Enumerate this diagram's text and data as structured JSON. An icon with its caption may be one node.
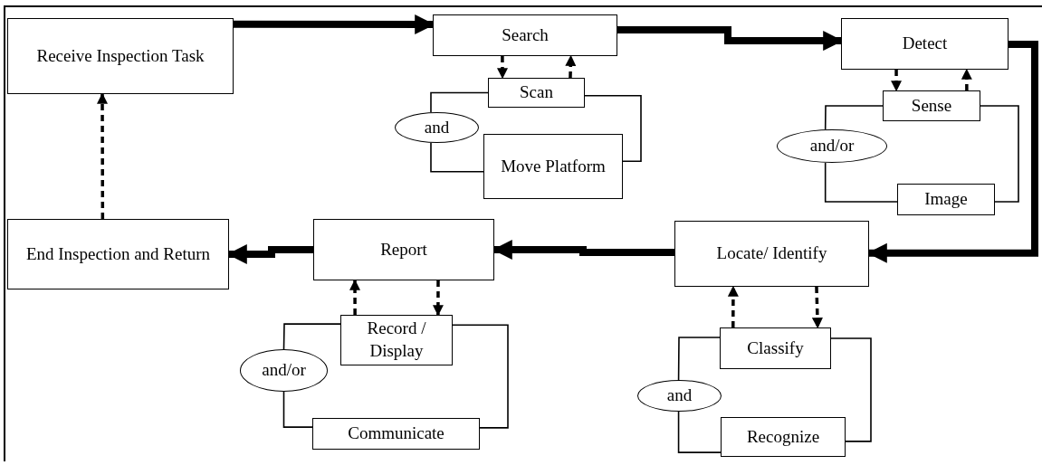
{
  "diagram": {
    "nodes": [
      {
        "text": [
          "Receive Inspection Task"
        ]
      },
      {
        "text": [
          "Search"
        ]
      },
      {
        "text": [
          "Scan"
        ]
      },
      {
        "text": [
          "and"
        ]
      },
      {
        "text": [
          "Move Platform"
        ]
      },
      {
        "text": [
          "Detect"
        ]
      },
      {
        "text": [
          "Sense"
        ]
      },
      {
        "text": [
          "and/or"
        ]
      },
      {
        "text": [
          "Image"
        ]
      },
      {
        "text": [
          "End Inspection and Return"
        ]
      },
      {
        "text": [
          "Report"
        ]
      },
      {
        "text": [
          "Record / Display"
        ]
      },
      {
        "text": [
          "and/or"
        ]
      },
      {
        "text": [
          "Communicate"
        ]
      },
      {
        "text": [
          "Locate/ Identify"
        ]
      },
      {
        "text": [
          "Classify"
        ]
      },
      {
        "text": [
          "and"
        ]
      },
      {
        "text": [
          "Recognize"
        ]
      }
    ],
    "edges": [
      {
        "from": 0,
        "to": 1,
        "arrow": "to",
        "style": "thick"
      },
      {
        "from": 1,
        "to": 5,
        "arrow": "to",
        "style": "thick"
      },
      {
        "from": 5,
        "to": 14,
        "arrow": "to",
        "style": "thick"
      },
      {
        "from": 14,
        "to": 10,
        "arrow": "to",
        "style": "thick"
      },
      {
        "from": 10,
        "to": 9,
        "arrow": "to",
        "style": "thick"
      },
      {
        "from": 9,
        "to": 0,
        "arrow": "to",
        "style": "dashed"
      },
      {
        "from": 1,
        "to": 2,
        "arrow": "to",
        "style": "dashed"
      },
      {
        "from": 2,
        "to": 1,
        "arrow": "to",
        "style": "dashed"
      },
      {
        "from": 2,
        "to": 3,
        "arrow": "none"
      },
      {
        "from": 3,
        "to": 4,
        "arrow": "none"
      },
      {
        "from": 2,
        "to": 4,
        "arrow": "none"
      },
      {
        "from": 5,
        "to": 6,
        "arrow": "to",
        "style": "dashed"
      },
      {
        "from": 6,
        "to": 5,
        "arrow": "to",
        "style": "dashed"
      },
      {
        "from": 6,
        "to": 7,
        "arrow": "none"
      },
      {
        "from": 7,
        "to": 8,
        "arrow": "none"
      },
      {
        "from": 6,
        "to": 8,
        "arrow": "none"
      },
      {
        "from": 14,
        "to": 15,
        "arrow": "to",
        "style": "dashed"
      },
      {
        "from": 15,
        "to": 14,
        "arrow": "to",
        "style": "dashed"
      },
      {
        "from": 15,
        "to": 16,
        "arrow": "none"
      },
      {
        "from": 16,
        "to": 17,
        "arrow": "none"
      },
      {
        "from": 15,
        "to": 17,
        "arrow": "none"
      },
      {
        "from": 10,
        "to": 11,
        "arrow": "to",
        "style": "dashed"
      },
      {
        "from": 11,
        "to": 10,
        "arrow": "to",
        "style": "dashed"
      },
      {
        "from": 11,
        "to": 12,
        "arrow": "none"
      },
      {
        "from": 12,
        "to": 13,
        "arrow": "none"
      },
      {
        "from": 11,
        "to": 13,
        "arrow": "none"
      }
    ]
  }
}
